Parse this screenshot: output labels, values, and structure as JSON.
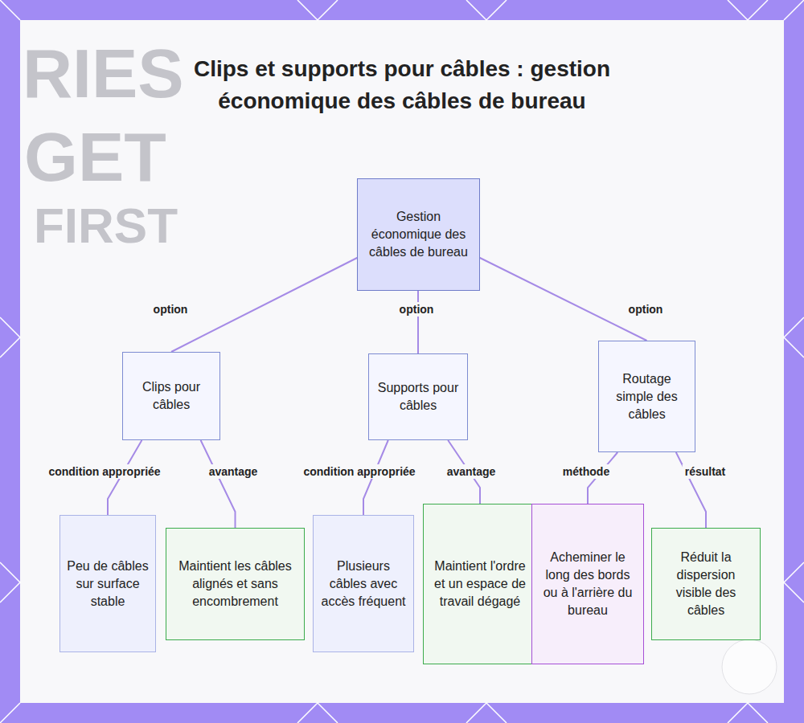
{
  "diagram": {
    "title": "Clips et supports pour câbles : gestion économique des câbles de bureau",
    "nodes": [
      {
        "text": [
          "Gestion économique des câbles de bureau"
        ]
      },
      {
        "text": [
          "Clips pour câbles"
        ]
      },
      {
        "text": [
          "Supports pour câbles"
        ]
      },
      {
        "text": [
          "Routage simple des câbles"
        ]
      },
      {
        "text": [
          "Peu de câbles sur surface stable"
        ]
      },
      {
        "text": [
          "Maintient les câbles alignés et sans encombrement"
        ]
      },
      {
        "text": [
          "Plusieurs câbles avec accès fréquent"
        ]
      },
      {
        "text": [
          "Maintient l'ordre et un espace de travail dégagé"
        ]
      },
      {
        "text": [
          "Acheminer le long des bords ou à l'arrière du bureau"
        ]
      },
      {
        "text": [
          "Réduit la dispersion visible des câbles"
        ]
      }
    ],
    "edges": [
      {
        "from": 0,
        "to": 1,
        "label": "option",
        "arrow": "none"
      },
      {
        "from": 0,
        "to": 2,
        "label": "option",
        "arrow": "none"
      },
      {
        "from": 0,
        "to": 3,
        "label": "option",
        "arrow": "none"
      },
      {
        "from": 1,
        "to": 4,
        "label": "condition appropriée",
        "arrow": "none"
      },
      {
        "from": 1,
        "to": 5,
        "label": "avantage",
        "arrow": "none"
      },
      {
        "from": 2,
        "to": 6,
        "label": "condition appropriée",
        "arrow": "none"
      },
      {
        "from": 2,
        "to": 7,
        "label": "avantage",
        "arrow": "none"
      },
      {
        "from": 3,
        "to": 8,
        "label": "méthode",
        "arrow": "none"
      },
      {
        "from": 3,
        "to": 9,
        "label": "résultat",
        "arrow": "none"
      }
    ],
    "labels": [
      "RIES",
      "GET",
      "FIRST"
    ]
  }
}
